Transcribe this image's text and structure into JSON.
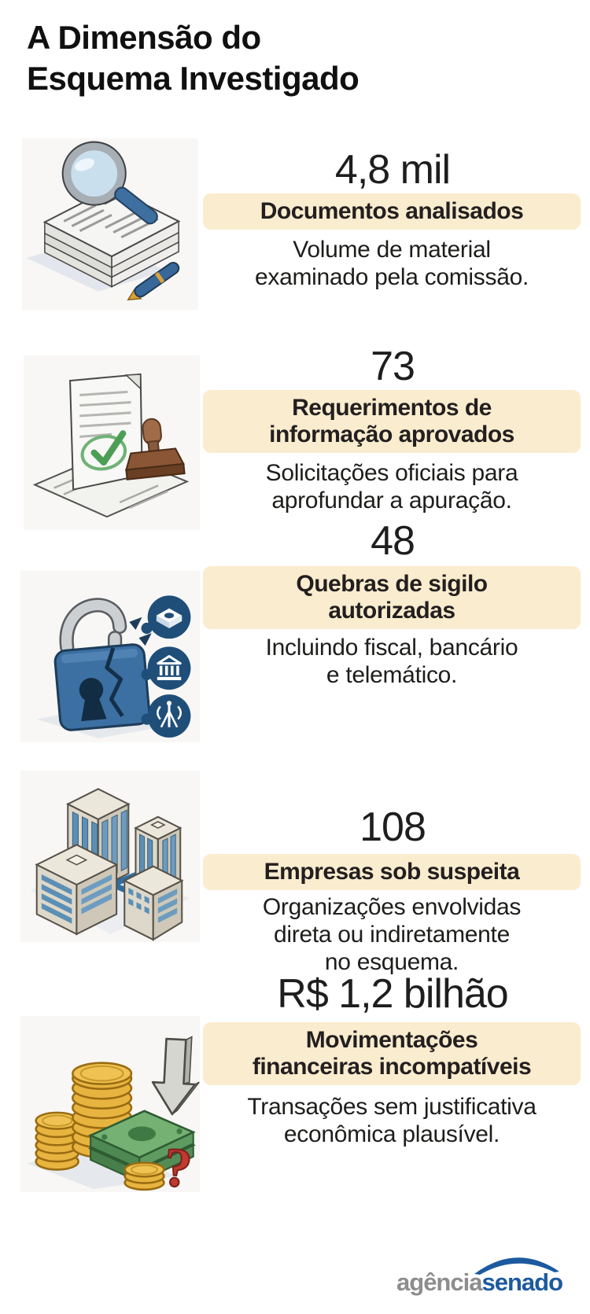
{
  "title": "A Dimensão do\nEsquema Investigado",
  "colors": {
    "highlight": "#faecce",
    "text": "#1d1d1b",
    "accent_blue": "#3c70a3",
    "logo_gray": "#8d8d8d",
    "logo_blue": "#1c5aa0"
  },
  "sections": [
    {
      "icon": "documents-magnifier-icon",
      "number": "4,8 mil",
      "label": "Documentos analisados",
      "description": "Volume de material\nexaminado pela comissão."
    },
    {
      "icon": "stamped-document-icon",
      "number": "73",
      "label": "Requerimentos de\ninformação aprovados",
      "description": "Solicitações oficiais para\naprofundar a apuração."
    },
    {
      "icon": "broken-padlock-icon",
      "number": "48",
      "label": "Quebras de sigilo\nautorizadas",
      "description": "Incluindo fiscal, bancário\ne telemático."
    },
    {
      "icon": "connected-buildings-icon",
      "number": "108",
      "label": "Empresas sob suspeita",
      "description": "Organizações envolvidas\ndireta ou indiretamente\nno esquema."
    },
    {
      "icon": "money-loss-icon",
      "number": "R$ 1,2 bilhão",
      "label": "Movimentações\nfinanceiras incompatíveis",
      "description": "Transações sem justificativa\neconômica plausível.",
      "icon_glyph": "?"
    }
  ],
  "footer": {
    "logo_prefix": "agência",
    "logo_suffix": "senado"
  }
}
